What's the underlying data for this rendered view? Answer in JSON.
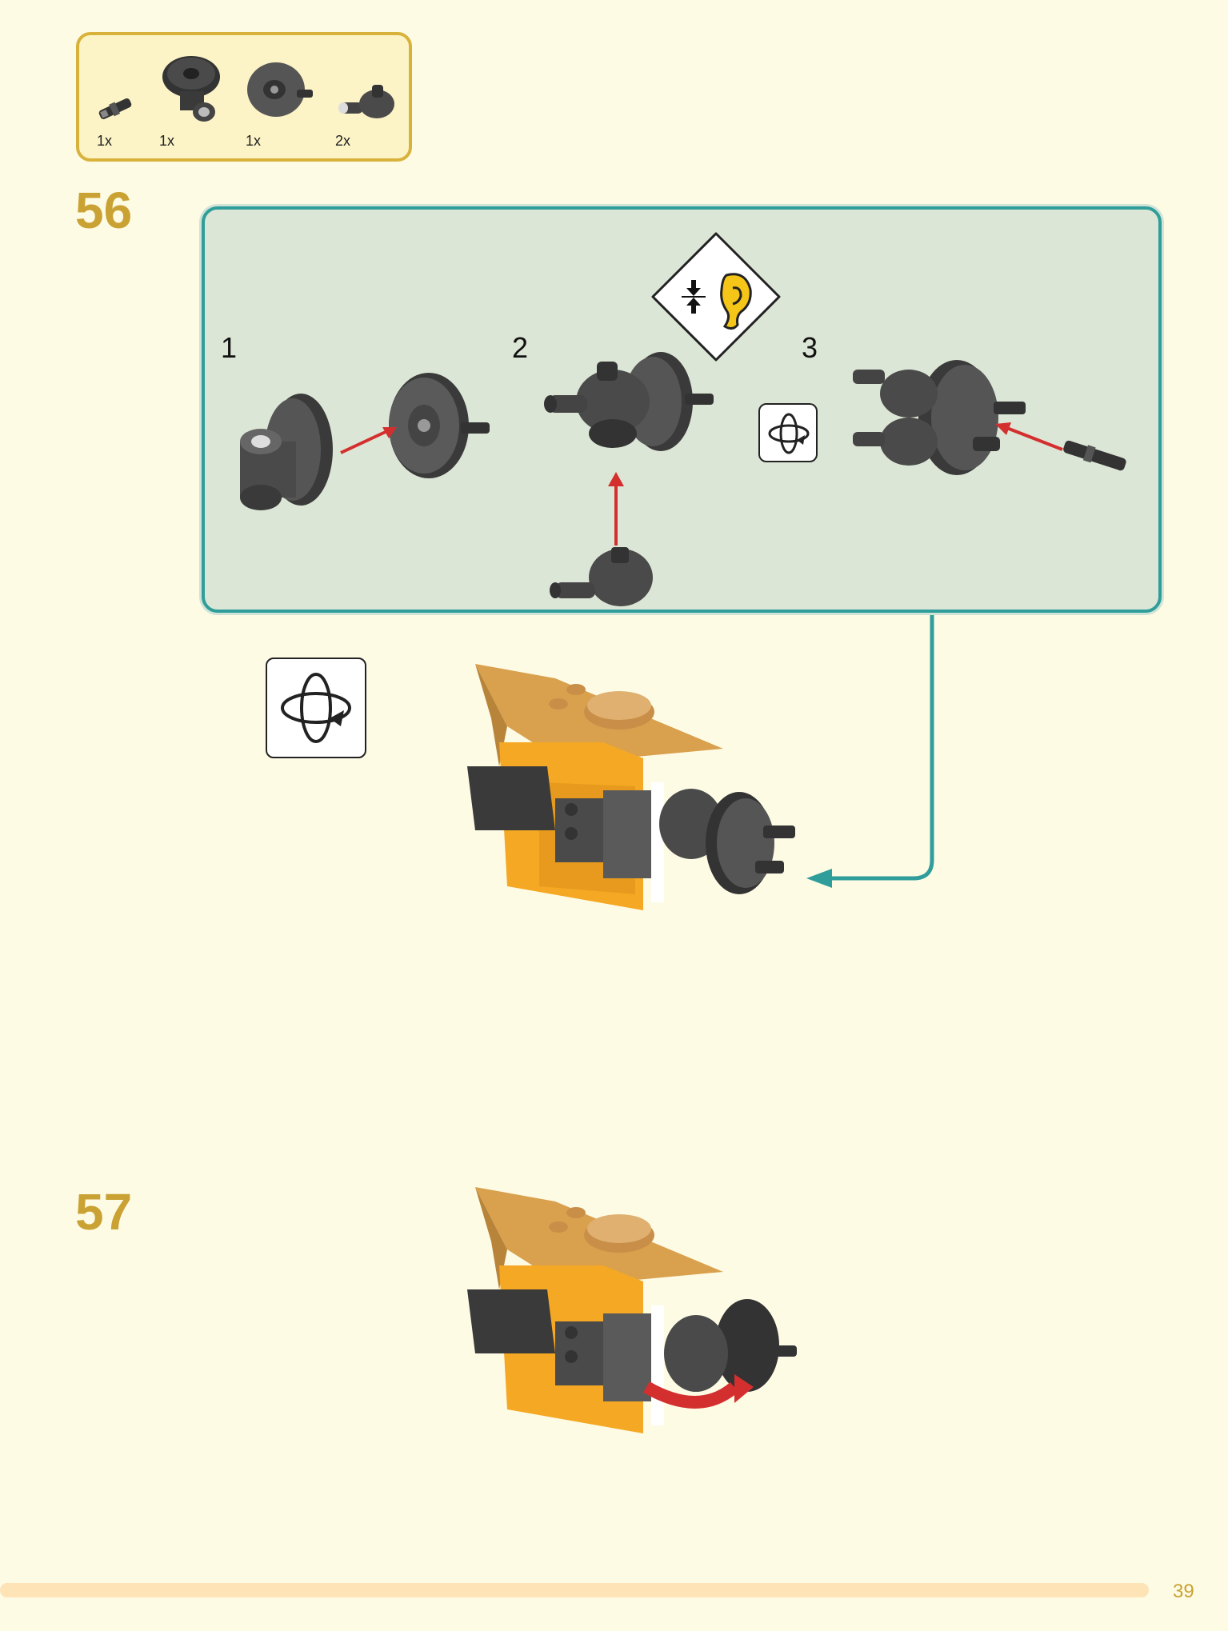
{
  "parts_list": {
    "items": [
      {
        "name": "axle-pin-part",
        "qty": "1x"
      },
      {
        "name": "turntable-gear-part",
        "qty": "1x"
      },
      {
        "name": "round-plate-part",
        "qty": "1x"
      },
      {
        "name": "ball-joint-part",
        "qty": "2x"
      }
    ]
  },
  "steps": [
    {
      "number": "56",
      "substeps": [
        {
          "number": "1"
        },
        {
          "number": "2"
        },
        {
          "number": "3"
        }
      ],
      "icons": [
        "click-sound-icon",
        "rotate-model-icon"
      ]
    },
    {
      "number": "57"
    }
  ],
  "page_number": "39",
  "colors": {
    "background": "#FEFBE5",
    "parts_border": "#D9B23C",
    "step_number": "#C9A233",
    "substep_border": "#2F9E9A",
    "substep_fill": "#DCE6D6",
    "arrow_red": "#D32F2F",
    "gold_part": "#D9A14E",
    "orange_part": "#F4A823",
    "dark_gray_part": "#4A4A4A"
  }
}
